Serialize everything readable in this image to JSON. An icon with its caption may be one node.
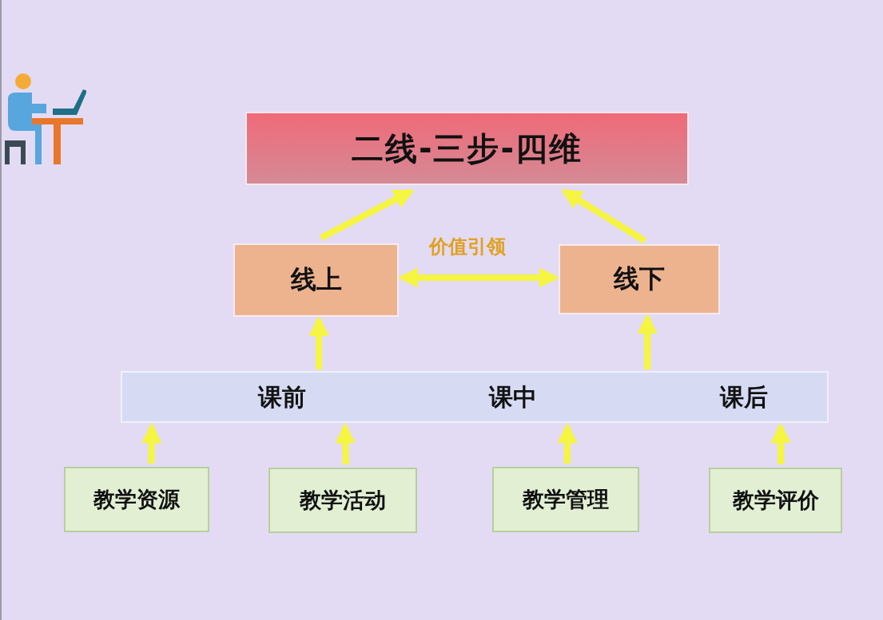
{
  "diagram": {
    "nodes": [
      {
        "text": [
          "二线-三步-四维"
        ]
      },
      {
        "text": [
          "线上"
        ]
      },
      {
        "text": [
          "线下"
        ]
      },
      {
        "text": [
          "课前",
          "课中",
          "课后"
        ]
      },
      {
        "text": [
          "教学资源"
        ]
      },
      {
        "text": [
          "教学活动"
        ]
      },
      {
        "text": [
          "教学管理"
        ]
      },
      {
        "text": [
          "教学评价"
        ]
      }
    ],
    "edges": [
      {
        "from": 1,
        "to": 0,
        "arrow": "to"
      },
      {
        "from": 2,
        "to": 0,
        "arrow": "to"
      },
      {
        "from": 1,
        "to": 2,
        "arrow": "both",
        "label": "价值引领"
      },
      {
        "from": 3,
        "to": 1,
        "arrow": "to"
      },
      {
        "from": 3,
        "to": 2,
        "arrow": "to"
      },
      {
        "from": 4,
        "to": 3,
        "arrow": "to"
      },
      {
        "from": 5,
        "to": 3,
        "arrow": "to"
      },
      {
        "from": 6,
        "to": 3,
        "arrow": "to"
      },
      {
        "from": 7,
        "to": 3,
        "arrow": "to"
      }
    ]
  }
}
